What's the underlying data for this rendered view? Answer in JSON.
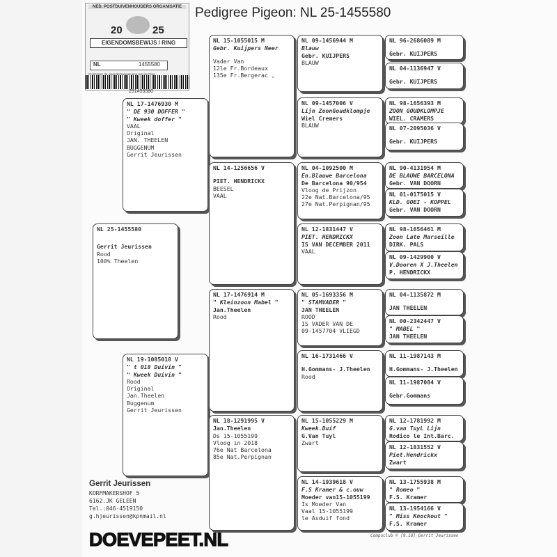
{
  "title": "Pedigree Pigeon: NL  25-1455580",
  "ring_label": {
    "top": "NED. POSTDUIVENHOUDERS ORGANISATIE",
    "year_left": "20",
    "year_right": "25",
    "banner": "EIGENDOMSBEWIJS / RING",
    "country": "NL",
    "number": "1455580",
    "barcode_number": "251455580",
    "caption": "Controleer de eigendomsgegevens met de Ring"
  },
  "cards": {
    "subject": {
      "ring": "NL  25-1455580",
      "lines": [
        "Gerrit Jeurissen",
        "Rood",
        "100% Theelen"
      ]
    },
    "sire": {
      "ring": "NL  17-1476930 M",
      "lines": [
        "\" DE 930 DOFFER \"",
        " \" Kweek doffer  \"",
        "VAAL",
        "    Original",
        "   JAN. THEELEN",
        "     BUGGENUM",
        "Gerrit Jeurissen"
      ]
    },
    "dam": {
      "ring": "NL  19-1085018 V",
      "lines": [
        "\" t 018 Duivin  \"",
        " \"  Kweek Duivin  \"",
        "Rood",
        "   Original",
        "   Jan.Theelen",
        "   Buggenum",
        "Gerrit Jeurissen"
      ]
    },
    "ss": {
      "ring": "NL  15-1055015 M",
      "lines": [
        "Gebr. Kuijpers Neer",
        "Vader Van",
        "12le Fr.Bordeaux",
        "135e Fr.Bergerac ,"
      ]
    },
    "sd": {
      "ring": "NL  14-1256656 V",
      "lines": [
        "PIET. HENDRICKX",
        "BEESEL",
        "VAAL"
      ]
    },
    "ds": {
      "ring": "NL  17-1476914 M",
      "lines": [
        "\" Kleinzoon Mabel \"",
        "Jan.Theelen",
        "Rood"
      ]
    },
    "dd": {
      "ring": "NL  18-1291995 V",
      "lines": [
        "Jan.Theelen",
        "Ds 15-1055199",
        "Vloog in 2018",
        "76e Nat Barcelona",
        "85e Nat.Perpignan"
      ]
    },
    "sss": {
      "ring": "NL  09-1456944 M",
      "lines": [
        "Blauw",
        "Gebr. KUIJPERS",
        "BLAUW"
      ]
    },
    "ssd": {
      "ring": "NL  09-1457006 V",
      "lines": [
        "Lijn ZoonGoudklompje",
        "Wiel Cremers",
        "BLAUW"
      ]
    },
    "sds": {
      "ring": "NL  04-1092500 M",
      "lines": [
        "En.Blauwe Barcelona",
        "De Barcelona 90/954",
        "Vloog de Prijzon",
        "22e Nat.Barcelona/95",
        "27e Nat.Perpignan/95"
      ]
    },
    "sdd": {
      "ring": "NL  12-1831447 V",
      "lines": [
        "PIET. HENDRICKX",
        "IS VAN DECEMBER 2011",
        "VAAL"
      ]
    },
    "dss": {
      "ring": "NL  05-1693356 M",
      "lines": [
        "\"  STAMVADER \"",
        "JAN THEELEN",
        "ROOD",
        "IS VADER VAN DE",
        "09-1457704 VLIEGD"
      ]
    },
    "dsd": {
      "ring": "NL  16-1731466 V",
      "lines": [
        "H.Gommans- J.Theelen",
        "Rood"
      ]
    },
    "dds": {
      "ring": "NL  15-1055229 M",
      "lines": [
        "Kweek.Duif",
        "G.Van Tuyl",
        "Zwart"
      ]
    },
    "ddd": {
      "ring": "NL  14-1939618 V",
      "lines": [
        "F.S Kramer & c.ouw",
        "Moeder van15-1055199",
        "Is Moeder Van",
        "   Vaal 15-1055199",
        "le Asduif fond"
      ]
    },
    "g1": {
      "ring": "NL  96-2686089 M",
      "lines": [
        "Gebr. KUIJPERS"
      ]
    },
    "g2": {
      "ring": "NL  04-1136947 V",
      "lines": [
        "Gebr. KUIJPERS"
      ]
    },
    "g3": {
      "ring": "NL  98-1656393 M",
      "lines": [
        "ZOON GOUDKLOMPJE",
        "WIEL. CRAMERS"
      ]
    },
    "g4": {
      "ring": "NL  07-2095036 V",
      "lines": [
        "Gebr. KUIJPERS"
      ]
    },
    "g5": {
      "ring": "NL  90-4131954 M",
      "lines": [
        "DE BLAUWE BARCELONA",
        "Gebr. VAN DOORN"
      ]
    },
    "g6": {
      "ring": "NL  01-0175015 V",
      "lines": [
        "KLD. GOEI - KOPPEL",
        "Gebr. VAN DOORN"
      ]
    },
    "g7": {
      "ring": "NL  98-1656461 M",
      "lines": [
        "Zoon Late Marseille",
        "DIRK. PALS"
      ]
    },
    "g8": {
      "ring": "NL  09-1429900 V",
      "lines": [
        "V.Dooren X J.Theelen",
        "P. HENDRICKX"
      ]
    },
    "g9": {
      "ring": "NL  04-1135872 M",
      "lines": [
        "JAN  THEELEN"
      ]
    },
    "g10": {
      "ring": "NL  00-2342447 V",
      "lines": [
        "\" MABEL \"",
        "JAN THEELEN"
      ]
    },
    "g11": {
      "ring": "NL  11-1987143 M",
      "lines": [
        "H.Gommans- J.Theelen"
      ]
    },
    "g12": {
      "ring": "NL  11-1987084 V",
      "lines": [
        "Gebr.Gommans"
      ]
    },
    "g13": {
      "ring": "NL  12-1781992 M",
      "lines": [
        "G.van TuyL  Lijn",
        "Rodico le Int.Barc."
      ]
    },
    "g14": {
      "ring": "NL  12-1831552 V",
      "lines": [
        "Piet.Hendrickx",
        "Zwart"
      ]
    },
    "g15": {
      "ring": "NL  13-1755938 M",
      "lines": [
        "\" Romeo \"",
        "F.S. Kramer"
      ]
    },
    "g16": {
      "ring": "NL  13-1954166 V",
      "lines": [
        "\" Miss Knockout \"",
        "F.S. Kramer"
      ]
    }
  },
  "owner": {
    "name": "Gerrit Jeurissen",
    "street": "KORFMAKERSHOF 5",
    "city": "6162.JK  GELEEN",
    "phone": "Tel.:046-4519150",
    "email": "g.hjeurissen@kpnmail.nl"
  },
  "watermark": "DOEVEPEET.NL",
  "footer": "Compuclub © [9.18]  Gerrit Jeurissen"
}
